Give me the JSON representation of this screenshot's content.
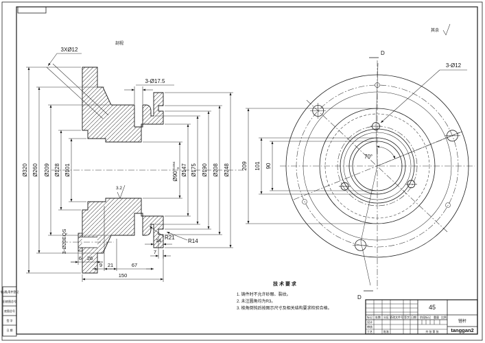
{
  "frame": {
    "surface_note": "其余",
    "view_label": "剖视"
  },
  "left_view": {
    "leader_3xd12": "3XØ12",
    "dim_3_d175": "3-Ø17.5",
    "d320": "Ø320",
    "d260": "Ø260",
    "d209": "Ø209",
    "d128": "Ø128",
    "d101": "Ø101",
    "d90_base": "Ø90",
    "d90_sup": "+0.054",
    "d90_sub": "0",
    "d147": "Ø147",
    "d175": "Ø175",
    "d190": "Ø190",
    "d208": "Ø208",
    "d248": "Ø248",
    "eqs": "3-Ø20EQS",
    "roughness": "3.2",
    "r21": "R21",
    "r14": "R14",
    "c6": "6",
    "c26": "26",
    "c9": "9",
    "c21": "21",
    "c67": "67",
    "c14": "14",
    "c7": "7",
    "c150": "150"
  },
  "right_view": {
    "d209": "209",
    "d101": "101",
    "d90": "90",
    "angle": "70°",
    "holes": "3-Ø12",
    "section_top": "D",
    "section_bottom": "D"
  },
  "notes": {
    "title": "技 术 要 求",
    "line1": "1. 铸件时不允许砂眼、裂纹。",
    "line2": "2. 未注圆角均为R3。",
    "line3": "3. 棱角倒钝后按图示尺寸及相关结构要求检验合格。"
  },
  "title_block": {
    "material": "45",
    "code": "tanggan2",
    "part_name": "镗杆",
    "h1": "标记",
    "h2": "处数",
    "h3": "分区",
    "h4": "更改文件号",
    "h5": "签字",
    "h6": "日期",
    "r1": "设计",
    "r2": "审核",
    "r3": "工艺",
    "r4": "批准",
    "s1": "阶段标记",
    "s2": "重量",
    "s3": "比例",
    "sheet": "共 张 第 张"
  },
  "margin_block": {
    "m1": "借(通)用件登记",
    "m2": "旧底图总号",
    "m3": "底图总号",
    "m4": "签 字",
    "m5": "日 期"
  }
}
